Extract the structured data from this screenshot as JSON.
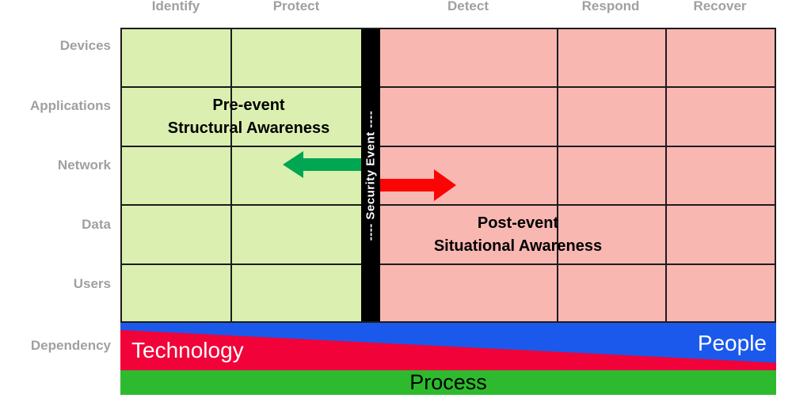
{
  "framework_columns": [
    "Identify",
    "Protect",
    "Detect",
    "Respond",
    "Recover"
  ],
  "asset_rows": [
    "Devices",
    "Applications",
    "Network",
    "Data",
    "Users"
  ],
  "dependency_label": "Dependency",
  "pre_event": {
    "line1": "Pre-event",
    "line2": "Structural Awareness"
  },
  "post_event": {
    "line1": "Post-event",
    "line2": "Situational Awareness"
  },
  "security_event_label": "---- Security Event ----",
  "dependency_band": {
    "technology": "Technology",
    "people": "People",
    "process": "Process"
  },
  "colors": {
    "pre_event_zone": "#dbefb0",
    "post_event_zone": "#f9b7b2",
    "security_event_divider": "#000000",
    "pre_event_arrow": "#00a651",
    "post_event_arrow": "#fb0404",
    "technology_red": "#f10238",
    "people_blue": "#1b59ec",
    "process_green": "#2eba2e",
    "axis_label_gray": "#a0a0a0",
    "grid_line": "#1c1c1c"
  }
}
